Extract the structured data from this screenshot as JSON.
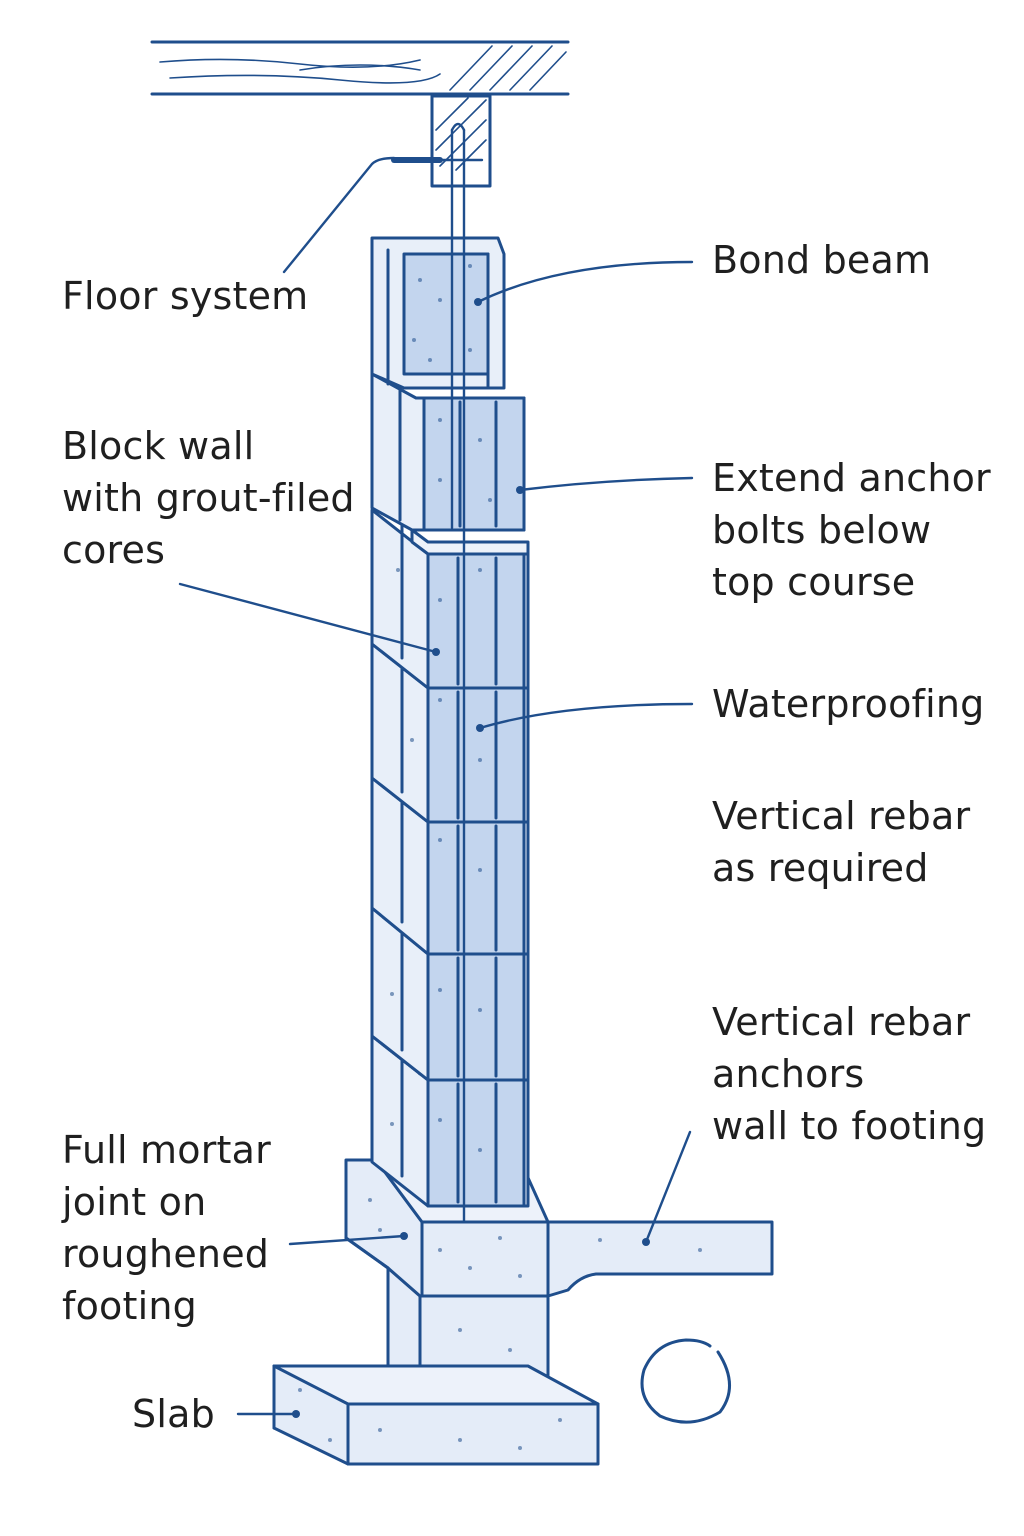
{
  "labels": {
    "floor_system": [
      "Floor system"
    ],
    "bond_beam": [
      "Bond beam"
    ],
    "block_wall": [
      "Block wall",
      "with grout-filed",
      "cores"
    ],
    "extend_anchor": [
      "Extend anchor",
      "bolts below",
      "top course"
    ],
    "waterproofing": [
      "Waterproofing"
    ],
    "vertical_rebar_required": [
      "Vertical rebar",
      "as required"
    ],
    "vertical_rebar_anchors": [
      "Vertical rebar",
      "anchors",
      "wall to footing"
    ],
    "full_mortar": [
      "Full mortar",
      "joint on",
      "roughened",
      "footing"
    ],
    "slab": [
      "Slab"
    ]
  },
  "colors": {
    "line": "#1f4e8c",
    "block_fill": "#e8eff9",
    "grout_fill": "#c3d5ee",
    "concrete_fill": "#e4ecf8"
  }
}
